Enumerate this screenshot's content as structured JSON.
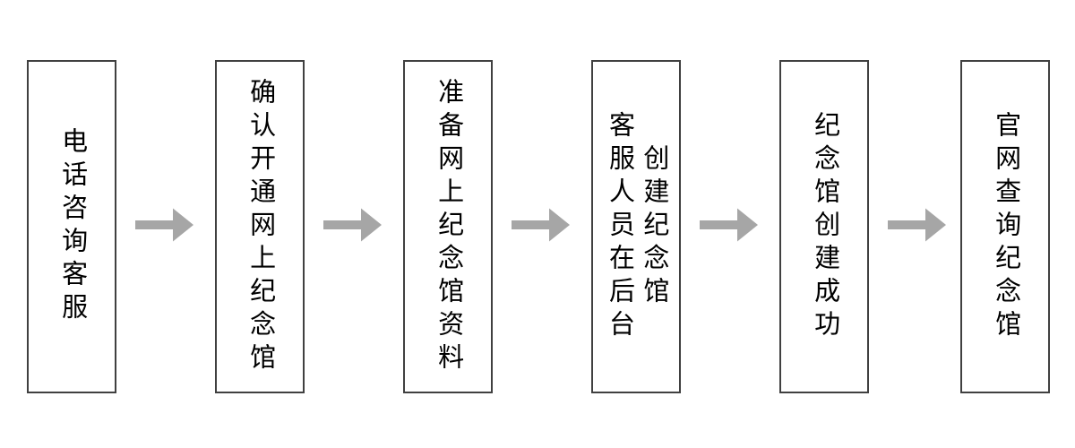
{
  "colors": {
    "background": "#ffffff",
    "box_fill": "#ffffff",
    "box_border": "#404040",
    "text": "#000000",
    "arrow": "#a6a6a6"
  },
  "flow": {
    "direction": "left-to-right",
    "steps": [
      {
        "id": 1,
        "text": "电话咨询客服",
        "lines": [
          "电话咨询客服"
        ]
      },
      {
        "id": 2,
        "text": "确认开通网上纪念馆",
        "lines": [
          "确认开通网上纪念馆"
        ]
      },
      {
        "id": 3,
        "text": "准备网上纪念馆资料",
        "lines": [
          "准备网上纪念馆资料"
        ]
      },
      {
        "id": 4,
        "text": "客服人员在后台创建纪念馆",
        "lines": [
          "客服人员在后台",
          "创建纪念馆"
        ]
      },
      {
        "id": 5,
        "text": "纪念馆创建成功",
        "lines": [
          "纪念馆创建成功"
        ]
      },
      {
        "id": 6,
        "text": "官网查询纪念馆",
        "lines": [
          "官网查询纪念馆"
        ]
      }
    ],
    "connector_count": 5
  }
}
